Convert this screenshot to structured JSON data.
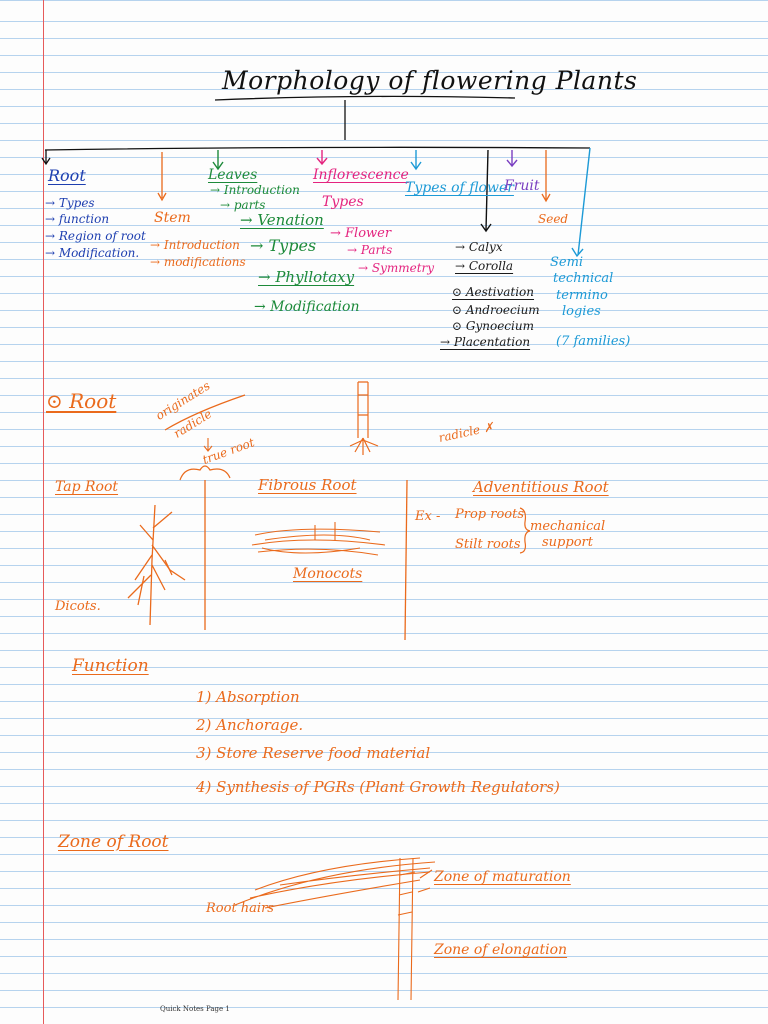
{
  "page": {
    "title": "Morphology of flowering Plants",
    "footer": "Quick Notes Page 1"
  },
  "mindmap": {
    "root": {
      "label": "Root",
      "items": [
        "→ Types",
        "→ function",
        "→ Region of root",
        "→ Modification."
      ]
    },
    "stem": {
      "label": "Stem",
      "items": [
        "→ Introduction",
        "→ modifications"
      ]
    },
    "leaves": {
      "label": "Leaves",
      "items": [
        "→ Introduction",
        "→ parts"
      ],
      "venation": "→ Venation",
      "types": "→ Types",
      "phyllotaxy": "→ Phyllotaxy",
      "modification": "→ Modification"
    },
    "inflorescence": {
      "label": "Inflorescence",
      "types": "Types",
      "flower": "→ Flower",
      "parts": "→ Parts",
      "symmetry": "→ Symmetry"
    },
    "types_of_flower": {
      "label": "Types of flower"
    },
    "flower_parts": [
      "→ Calyx",
      "→ Corolla",
      "⊙ Aestivation",
      "⊙ Androecium",
      "⊙ Gynoecium",
      "→ Placentation"
    ],
    "fruit": {
      "label": "Fruit"
    },
    "seed": {
      "label": "Seed"
    },
    "semi_technical": {
      "lines": [
        "Semi",
        "technical",
        "termino",
        "logies"
      ],
      "families": "(7 families)"
    }
  },
  "root_section": {
    "heading": "⊙ Root",
    "originates_from": "originates",
    "radicle": "radicle",
    "true_root": "true root",
    "radicle_x": "radicle ✗",
    "tap_root": "Tap Root",
    "dicots": "Dicots.",
    "fibrous_root": "Fibrous Root",
    "monocots": "Monocots",
    "adventitious_root": "Adventitious Root",
    "ex": "Ex -",
    "prop_roots": "Prop roots",
    "stilt_roots": "Stilt roots",
    "mechanical": "mechanical",
    "support": "support"
  },
  "function_section": {
    "heading": "Function",
    "items": [
      "1)  Absorption",
      "2)      Anchorage.",
      "3) Store Reserve  food material",
      "4)    Synthesis  of  PGRs  (Plant Growth Regulators)"
    ]
  },
  "zone_section": {
    "heading": "Zone of Root",
    "root_hairs": "Root hairs",
    "maturation": "Zone of maturation",
    "elongation": "Zone of elongation"
  },
  "colors": {
    "ruled_line": "#b6d3ee",
    "margin": "#e65a5a",
    "orange": "#ea6a1c",
    "green": "#1d8a3a",
    "pink": "#e4247f",
    "blue": "#1e3fb0",
    "cyan": "#1d9ad6",
    "purple": "#7a3fc1"
  }
}
